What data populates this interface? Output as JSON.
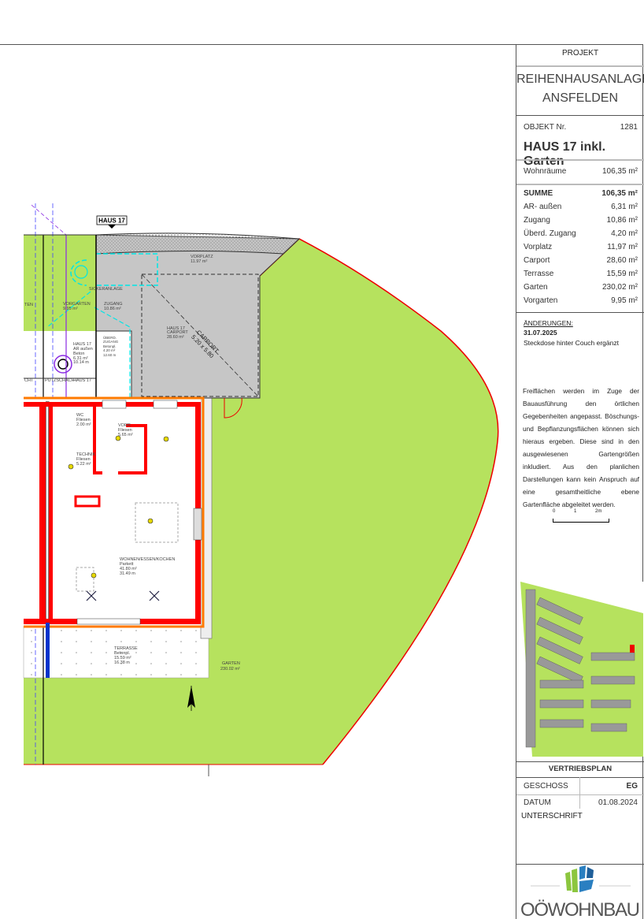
{
  "panel": {
    "project_label": "PROJEKT",
    "project_name_1": "REIHENHAUSANLAGE",
    "project_name_2": "ANSFELDEN",
    "objekt_label": "OBJEKT Nr.",
    "objekt_value": "1281",
    "house_title": "HAUS 17 inkl. Garten",
    "wohnraeume_label": "Wohnräume",
    "wohnraeume_value": "106,35",
    "unit": "m²",
    "summe_label": "SUMME",
    "summe_value": "106,35",
    "areas": [
      {
        "label": "AR- außen",
        "value": "6,31"
      },
      {
        "label": "Zugang",
        "value": "10,86"
      },
      {
        "label": "Überd. Zugang",
        "value": "4,20"
      },
      {
        "label": "Vorplatz",
        "value": "11,97"
      },
      {
        "label": "Carport",
        "value": "28,60"
      },
      {
        "label": "Terrasse",
        "value": "15,59"
      },
      {
        "label": "Garten",
        "value": "230,02"
      },
      {
        "label": "Vorgarten",
        "value": "9,95"
      }
    ],
    "changes_label": "ÄNDERUNGEN:",
    "changes_date": "31.07.2025",
    "changes_text": "Steckdose hinter Couch ergänzt",
    "note": "Freiflächen werden im Zuge der Bauausführung den örtlichen Gegebenheiten angepasst. Böschungs- und Bepflanzungsflächen können sich hieraus ergeben. Diese sind in den ausgewiesenen Gartengrößen inkludiert. Aus den planlichen Darstellungen kann kein Anspruch auf eine gesamtheitliche ebene Gartenfläche abgeleitet werden.",
    "scale": {
      "t0": "0",
      "t1": "1",
      "t2": "2m"
    },
    "plan_type": "VERTRIEBSPLAN",
    "geschoss_label": "GESCHOSS",
    "geschoss_value": "EG",
    "datum_label": "DATUM",
    "datum_value": "01.08.2024",
    "signature_label": "UNTERSCHRIFT",
    "logo_text": "OÖWOHNBAU"
  },
  "plan": {
    "house_tag": "HAUS 17",
    "vorplatz": [
      "VORPLATZ",
      "11.97 m²"
    ],
    "zugang": [
      "ZUGANG",
      "10.86 m²"
    ],
    "vorgarten": [
      "VORGARTEN",
      "9.95 m²"
    ],
    "vorgarten_left": "TEN",
    "carport": [
      "HAUS 17",
      "CARPORT",
      "28.60 m²"
    ],
    "carport_dim": [
      "CARPORT",
      "5.20 x 5.80"
    ],
    "sickeranlage": "SICKERANLAGE",
    "putzschacht": "PUTZSCHACHT",
    "putzschacht_left": "CHT",
    "ar_aussen": [
      "HAUS 17",
      "AR außen",
      "Beton",
      "6.31 m²",
      "10.14 m"
    ],
    "ueberd_zugang": [
      "ÜBERD.",
      "ZUGANG",
      "Betonpl.",
      "4.20 m²",
      "12.60 m"
    ],
    "wc": [
      "WC",
      "Fliesen",
      "2.00 m²"
    ],
    "vorr": [
      "VORR",
      "Fliesen",
      "5.65 m²"
    ],
    "technik": [
      "TECHNIK",
      "Fliesen",
      "5.22 m²"
    ],
    "wohnen": [
      "WOHNEN/ESSEN/KOCHEN",
      "Parkett",
      "41.80 m²",
      "31.49 m"
    ],
    "terrasse": [
      "TERRASSE",
      "Betonpl.",
      "15.59 m²",
      "16.38 m"
    ],
    "garten": [
      "GARTEN",
      "230.02 m²"
    ]
  },
  "colors": {
    "garden": "#b6e25e",
    "paved": "#c6c6c6",
    "wall": "#ff0000",
    "accent_cyan": "#00e5e5",
    "purple": "#8a2be2"
  }
}
